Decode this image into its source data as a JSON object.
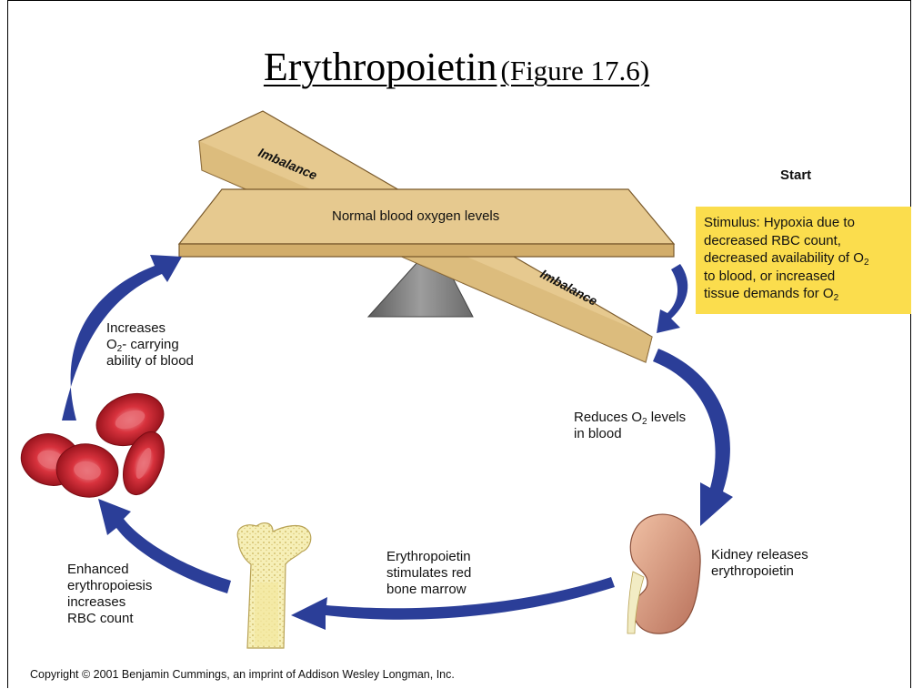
{
  "title": {
    "main": "Erythropoietin",
    "figure": "(Figure 17.6)"
  },
  "seesaw": {
    "top_plank_label": "Imbalance",
    "bottom_plank_label": "Imbalance",
    "level_plank_label": "Normal blood oxygen levels"
  },
  "start_label": "Start",
  "stimulus": {
    "line1": "Stimulus: Hypoxia due to",
    "line2": "decreased RBC count,",
    "line3_pre": "decreased availability of  O",
    "line3_sub": "2",
    "line4": "to blood, or increased",
    "line5_pre": "tissue demands for O",
    "line5_sub": "2"
  },
  "steps": {
    "reduces": {
      "pre": "Reduces O",
      "sub": "2",
      "post": " levels",
      "line2": "in blood"
    },
    "kidney": {
      "line1": "Kidney releases",
      "line2": "erythropoietin"
    },
    "epo": {
      "line1": "Erythropoietin",
      "line2": "stimulates red",
      "line3": "bone marrow"
    },
    "enhanced": {
      "line1": "Enhanced",
      "line2": "erythropoiesis",
      "line3": "increases",
      "line4": "RBC count"
    },
    "increases": {
      "line1": "Increases",
      "line2_pre": "O",
      "line2_sub": "2",
      "line2_post": "- carrying",
      "line3": "ability of blood"
    }
  },
  "copyright": "Copyright © 2001 Benjamin Cummings, an imprint of Addison Wesley Longman, Inc.",
  "colors": {
    "arrow": "#2b3e98",
    "plank": "#e6c98f",
    "plank_edge": "#7a5a2c",
    "stimulus_box": "#fbdd4d",
    "rbc": "#c8202c",
    "kidney": "#d9987a",
    "fulcrum": "#8a8a8a"
  }
}
